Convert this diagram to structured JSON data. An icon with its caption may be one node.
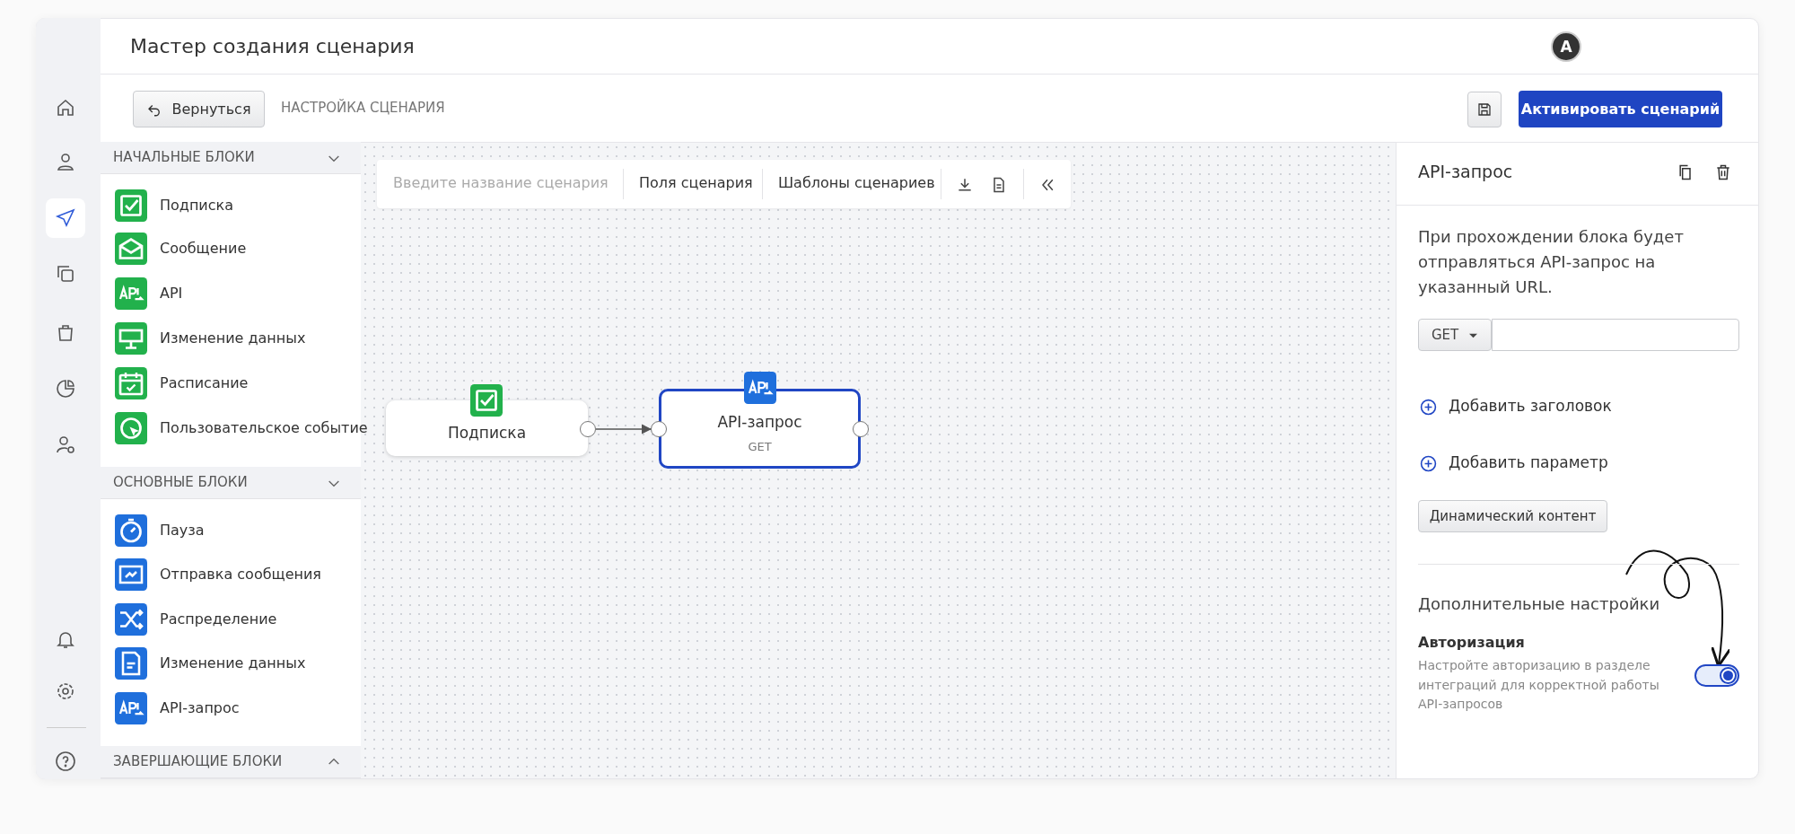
{
  "diagram": {
    "title": "Мастер создания сценария",
    "nodes": [
      {
        "text": [
          "Подписка"
        ]
      },
      {
        "text": [
          "API-запрос",
          "GET"
        ]
      },
      {
        "text": [],
        "shape": "switch"
      }
    ],
    "edges": [
      {
        "from": 0,
        "to": 1,
        "arrow": "to"
      },
      {
        "from": null,
        "to": 2,
        "arrow": "to"
      }
    ],
    "labels": [
      "A",
      "Вернуться",
      "НАСТРОЙКА СЦЕНАРИЯ",
      "Активировать сценарий",
      "НАЧАЛЬНЫЕ БЛОКИ",
      "Подписка",
      "Сообщение",
      "API",
      "Изменение данных",
      "Расписание",
      "Пользовательское событие",
      "ОСНОВНЫЕ БЛОКИ",
      "Пауза",
      "Отправка сообщения",
      "Распределение",
      "Изменение данных",
      "API-запрос",
      "ЗАВЕРШАЮЩИЕ БЛОКИ",
      "Введите название сценария",
      "Поля сценария",
      "Шаблоны сценариев",
      "API-запрос",
      "При прохождении блока будет отправляться API-запрос на указанный URL.",
      "GET",
      "Добавить заголовок",
      "Добавить параметр",
      "Динамический контент",
      "Дополнительные настройки",
      "Авторизация",
      "Настройте авторизацию в разделе интеграций для корректной работы API-запросов"
    ]
  }
}
